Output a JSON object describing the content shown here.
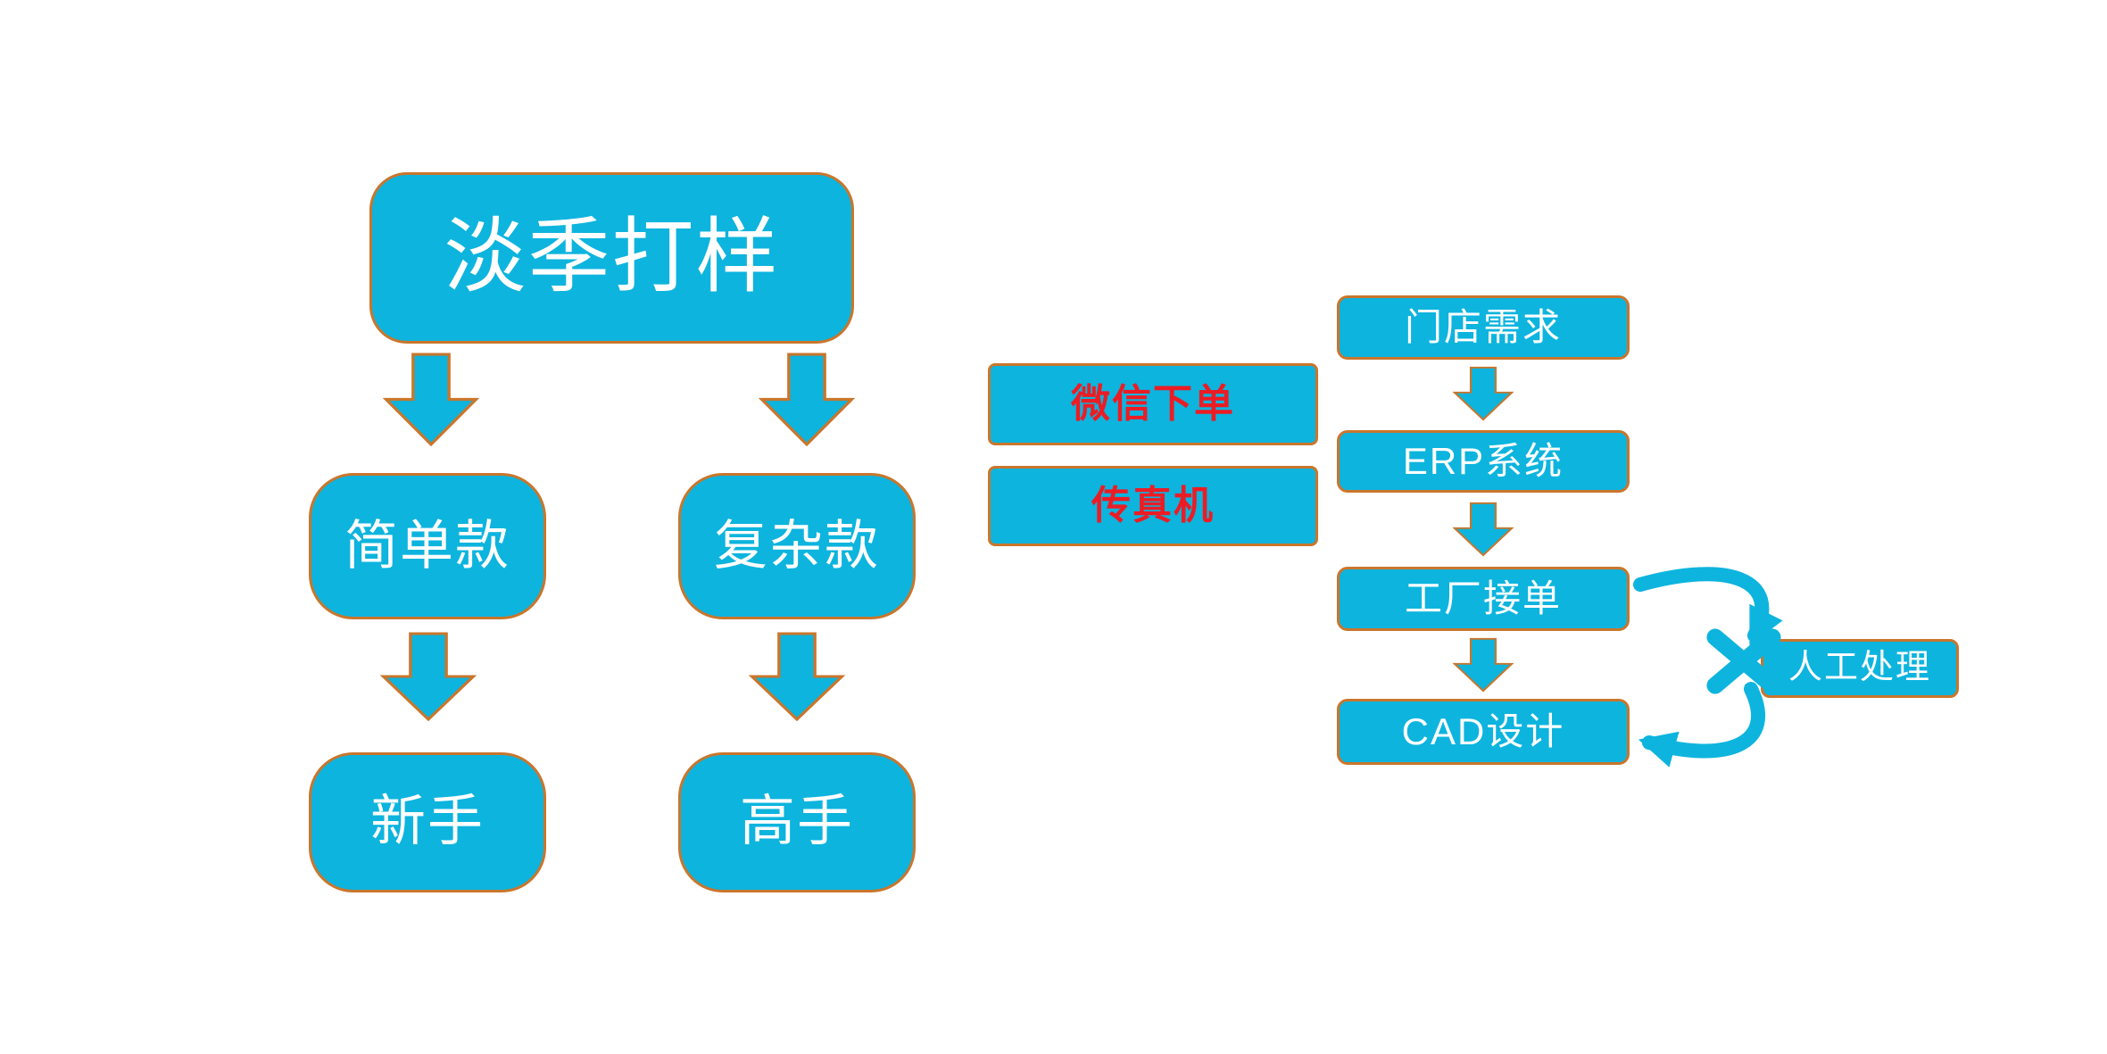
{
  "colors": {
    "node_fill": "#0db4de",
    "node_border": "#c9762c",
    "node_text": "#ffffff",
    "highlight_text": "#ec1c24"
  },
  "left_flow": {
    "root": "淡季打样",
    "level2": [
      "简单款",
      "复杂款"
    ],
    "level3": [
      "新手",
      "高手"
    ]
  },
  "channels": [
    "微信下单",
    "传真机"
  ],
  "process": {
    "steps": [
      "门店需求",
      "ERP系统",
      "工厂接单",
      "CAD设计"
    ],
    "exception": "人工处理"
  }
}
